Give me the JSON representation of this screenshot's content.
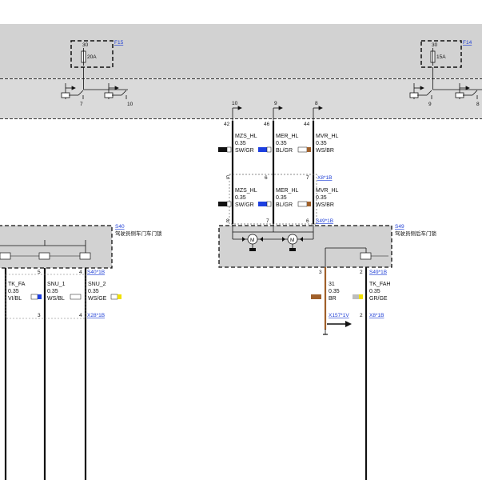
{
  "fuses": [
    {
      "slot": "30",
      "rating": "20A",
      "ref": "F15"
    },
    {
      "slot": "30",
      "rating": "15A",
      "ref": "F14"
    }
  ],
  "relay_pins": [
    "7",
    "10",
    "9",
    "8"
  ],
  "top_pin_labels": [
    "10",
    "9",
    "8"
  ],
  "top_pin_numbers": [
    "42",
    "46",
    "44"
  ],
  "center_wires": [
    {
      "name": "MZS_HL",
      "size": "0.35",
      "color": "SW/GR",
      "swatch": "#111111"
    },
    {
      "name": "MER_HL",
      "size": "0.35",
      "color": "BL/GR",
      "swatch": "#1d3fe0"
    },
    {
      "name": "MVR_HL",
      "size": "0.35",
      "color": "WS/BR",
      "swatch": "#a0602a"
    }
  ],
  "connector_mid": {
    "pins_top": [
      "5",
      "6",
      "7"
    ],
    "pins_bottom": [
      "8",
      "7",
      "6"
    ],
    "ref": "X8*1B",
    "ref2": "S49*1B"
  },
  "s40": {
    "ref": "S40",
    "desc": "驾驶员侧车门车门锁",
    "connector": "S40*1B",
    "pins": [
      "5",
      "4"
    ],
    "bottom_pins": [
      "3",
      "4"
    ],
    "bottom_ref": "X28*1B"
  },
  "s49": {
    "ref": "S49",
    "desc": "驾驶员侧后车门锁",
    "connector": "S49*1B",
    "pins": [
      "3",
      "2"
    ],
    "bottom_pin": "2",
    "bottom_ref": "X8*1B"
  },
  "left_wires": [
    {
      "name": "TK_FA",
      "size": "0.35",
      "color": "VI/BL",
      "swatch": "#1d3fe0"
    },
    {
      "name": "SNU_1",
      "size": "0.35",
      "color": "WS/BL",
      "swatch": "#ffffff"
    },
    {
      "name": "SNU_2",
      "size": "0.35",
      "color": "WS/GE",
      "swatch": "#f0e000"
    }
  ],
  "right_wires": [
    {
      "name": "31",
      "size": "0.35",
      "color": "BR",
      "swatch": "#a0602a"
    },
    {
      "name": "TK_FAH",
      "size": "0.35",
      "color": "GR/GE",
      "swatch": "#f0e000"
    }
  ],
  "ground_ref": "X157*1V"
}
